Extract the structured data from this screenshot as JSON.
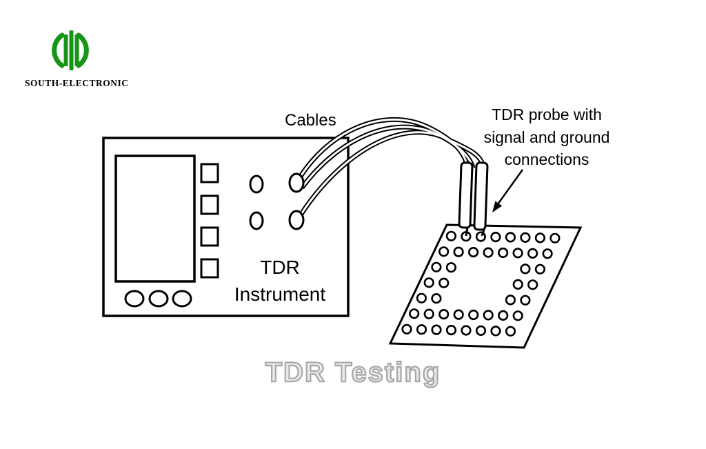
{
  "logo": {
    "company": "SOUTH-ELECTRONIC"
  },
  "labels": {
    "cables": "Cables",
    "instrument": "TDR\nInstrument",
    "probe": "TDR probe with\nsignal and ground\nconnections"
  },
  "title": "TDR Testing",
  "colors": {
    "ink": "#000000",
    "logo_green": "#169516",
    "title_gray": "#a8a8a8"
  }
}
